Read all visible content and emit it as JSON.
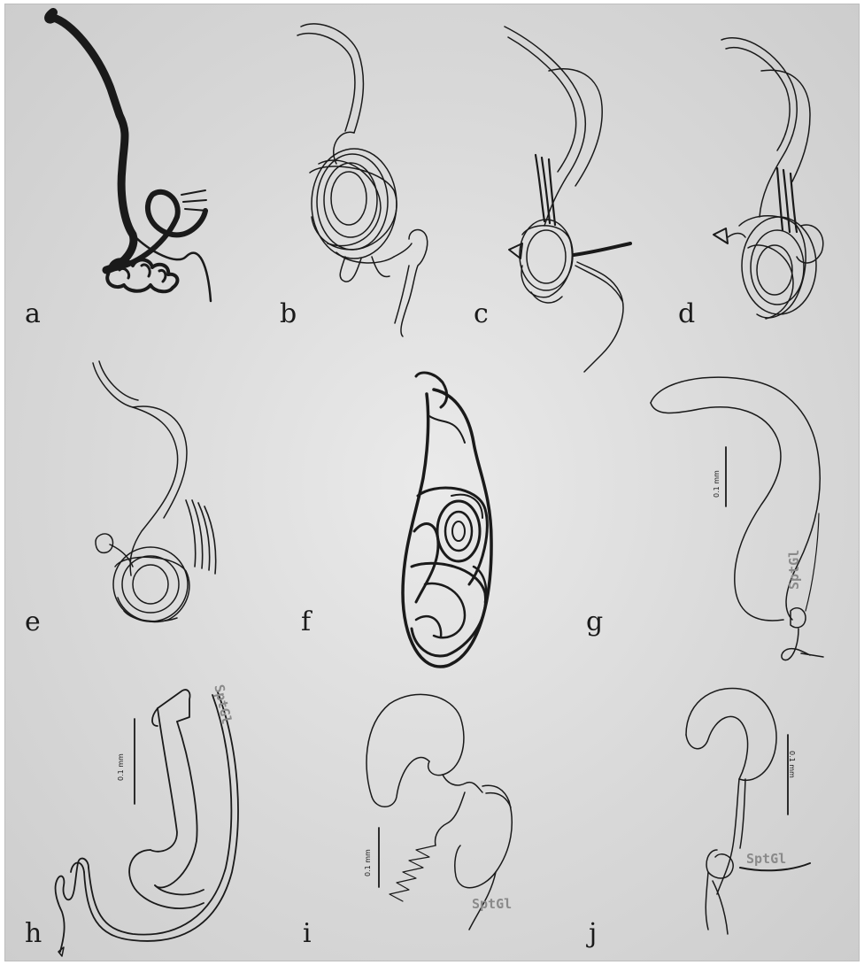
{
  "panels": [
    {
      "id": "a",
      "label": "a"
    },
    {
      "id": "b",
      "label": "b"
    },
    {
      "id": "c",
      "label": "c"
    },
    {
      "id": "d",
      "label": "d"
    },
    {
      "id": "e",
      "label": "e"
    },
    {
      "id": "f",
      "label": "f"
    },
    {
      "id": "g",
      "label": "g"
    },
    {
      "id": "h",
      "label": "h"
    },
    {
      "id": "i",
      "label": "i"
    },
    {
      "id": "j",
      "label": "j"
    }
  ],
  "annotations": {
    "gland_label": "SptGl",
    "scale_bar": "0.1 mm"
  },
  "colors": {
    "background": "#d9d9d9",
    "ink": "#1a1a1a",
    "gland_label": "#8a8a8a"
  }
}
